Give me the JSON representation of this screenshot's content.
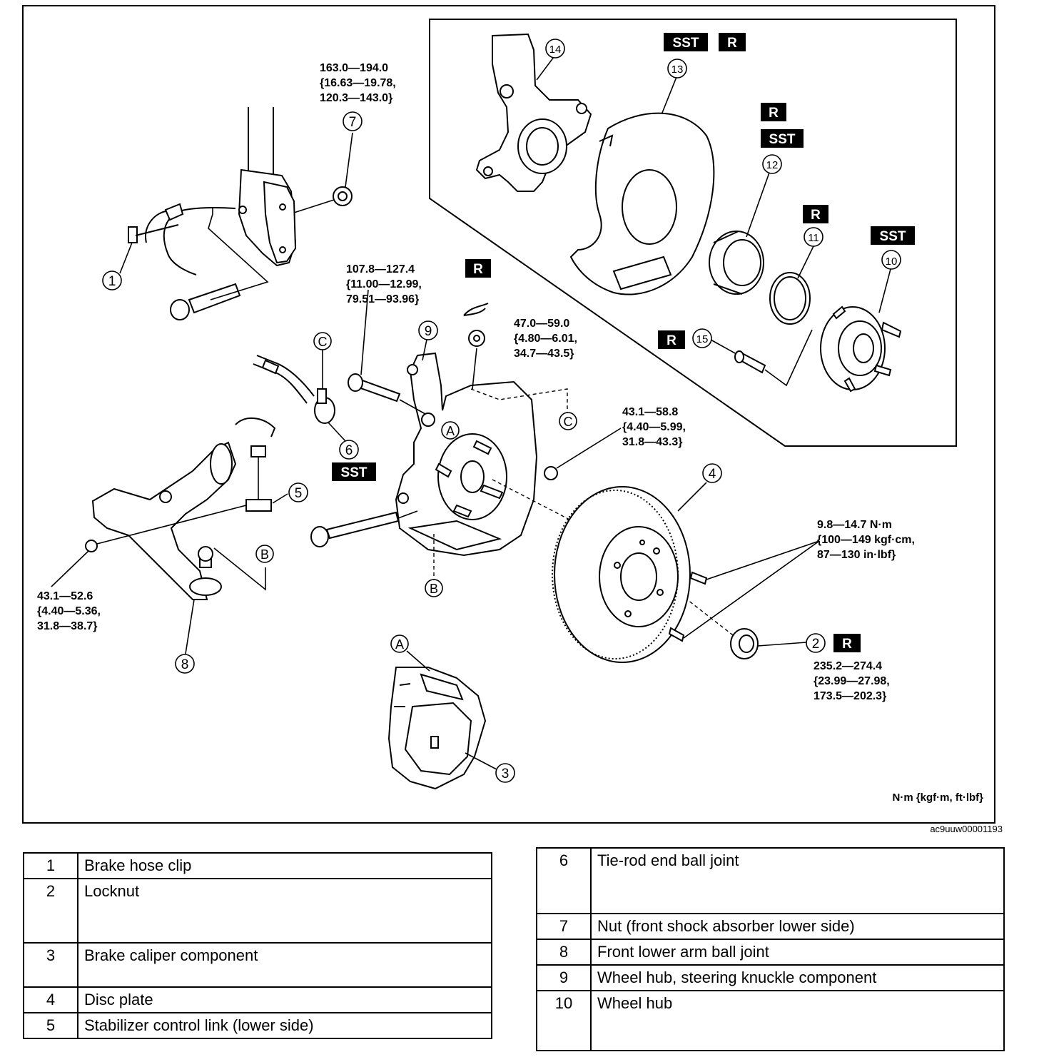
{
  "diagram": {
    "image_code": "ac9uuw00001193",
    "unit_note": "N·m {kgf·m, ft·lbf}",
    "badges": {
      "sst": "SST",
      "r": "R"
    },
    "callouts": {
      "c1": "1",
      "c2": "2",
      "c3": "3",
      "c4": "4",
      "c5": "5",
      "c6": "6",
      "c7": "7",
      "c8": "8",
      "c9": "9",
      "c10": "10",
      "c11": "11",
      "c12": "12",
      "c13": "13",
      "c14": "14",
      "c15": "15",
      "a": "A",
      "b": "B",
      "c": "C"
    },
    "torques": {
      "t7": [
        "163.0—194.0",
        "{16.63—19.78,",
        "120.3—143.0}"
      ],
      "t_bolt9": [
        "107.8—127.4",
        "{11.00—12.99,",
        "79.51—93.96}"
      ],
      "t_nut": [
        "47.0—59.0",
        "{4.80—6.01,",
        "34.7—43.5}"
      ],
      "t_nut_mid": [
        "43.1—58.8",
        "{4.40—5.99,",
        "31.8—43.3}"
      ],
      "t_screw": [
        "9.8—14.7 N·m",
        "{100—149 kgf·cm,",
        "87—130 in·lbf}"
      ],
      "t_lock": [
        "235.2—274.4",
        "{23.99—27.98,",
        "173.5—202.3}"
      ],
      "t_nut8": [
        "43.1—52.6",
        "{4.40—5.36,",
        "31.8—38.7}"
      ]
    }
  },
  "legend": {
    "left": [
      {
        "num": "1",
        "name": "Brake hose clip"
      },
      {
        "num": "2",
        "name": "Locknut"
      },
      {
        "num": "3",
        "name": "Brake caliper component"
      },
      {
        "num": "4",
        "name": "Disc plate"
      },
      {
        "num": "5",
        "name": "Stabilizer control link (lower side)"
      }
    ],
    "right": [
      {
        "num": "6",
        "name": "Tie-rod end ball joint"
      },
      {
        "num": "7",
        "name": "Nut (front shock absorber lower side)"
      },
      {
        "num": "8",
        "name": "Front lower arm ball joint"
      },
      {
        "num": "9",
        "name": "Wheel hub, steering knuckle component"
      },
      {
        "num": "10",
        "name": "Wheel hub"
      }
    ]
  }
}
